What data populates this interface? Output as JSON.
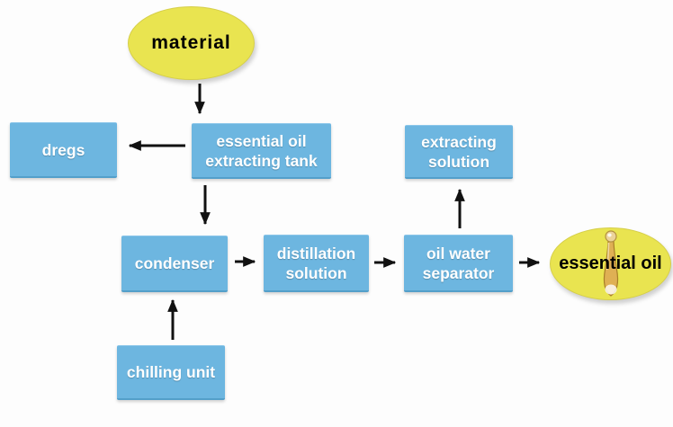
{
  "diagram": {
    "type": "flowchart",
    "subject": "essential oil extraction process"
  },
  "nodes": {
    "material": {
      "label": "material",
      "shape": "ellipse"
    },
    "dregs": {
      "label": "dregs",
      "shape": "box"
    },
    "extracting_tank": {
      "label": "essential oil\nextracting tank",
      "shape": "box"
    },
    "extracting_solution": {
      "label": "extracting\nsolution",
      "shape": "box"
    },
    "condenser": {
      "label": "condenser",
      "shape": "box"
    },
    "distillation_solution": {
      "label": "distillation\nsolution",
      "shape": "box"
    },
    "oil_water_separator": {
      "label": "oil water\nseparator",
      "shape": "box"
    },
    "essential_oil": {
      "label": "essential oil",
      "shape": "ellipse"
    },
    "chilling_unit": {
      "label": "chilling unit",
      "shape": "box"
    }
  },
  "edges": [
    {
      "from": "material",
      "to": "extracting_tank",
      "direction": "down"
    },
    {
      "from": "extracting_tank",
      "to": "dregs",
      "direction": "left"
    },
    {
      "from": "extracting_tank",
      "to": "condenser",
      "direction": "down"
    },
    {
      "from": "chilling_unit",
      "to": "condenser",
      "direction": "up"
    },
    {
      "from": "condenser",
      "to": "distillation_solution",
      "direction": "right"
    },
    {
      "from": "distillation_solution",
      "to": "oil_water_separator",
      "direction": "right"
    },
    {
      "from": "oil_water_separator",
      "to": "extracting_solution",
      "direction": "up"
    },
    {
      "from": "oil_water_separator",
      "to": "essential_oil",
      "direction": "right"
    }
  ],
  "icons": {
    "oil_bottle": "oil-bottle-icon"
  },
  "colors": {
    "box_fill": "#6db6e0",
    "box_text": "#ffffff",
    "ellipse_fill": "#e9e450",
    "ellipse_text": "#000000",
    "arrow": "#111111",
    "background": "#fdfdfd",
    "bottle_amber": "#dfb054"
  }
}
